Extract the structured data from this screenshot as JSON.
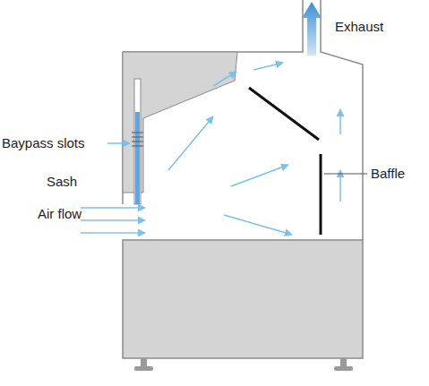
{
  "diagram": {
    "labels": [
      "Exhaust",
      "Baypass slots",
      "Sash",
      "Air flow",
      "Baffle"
    ]
  }
}
